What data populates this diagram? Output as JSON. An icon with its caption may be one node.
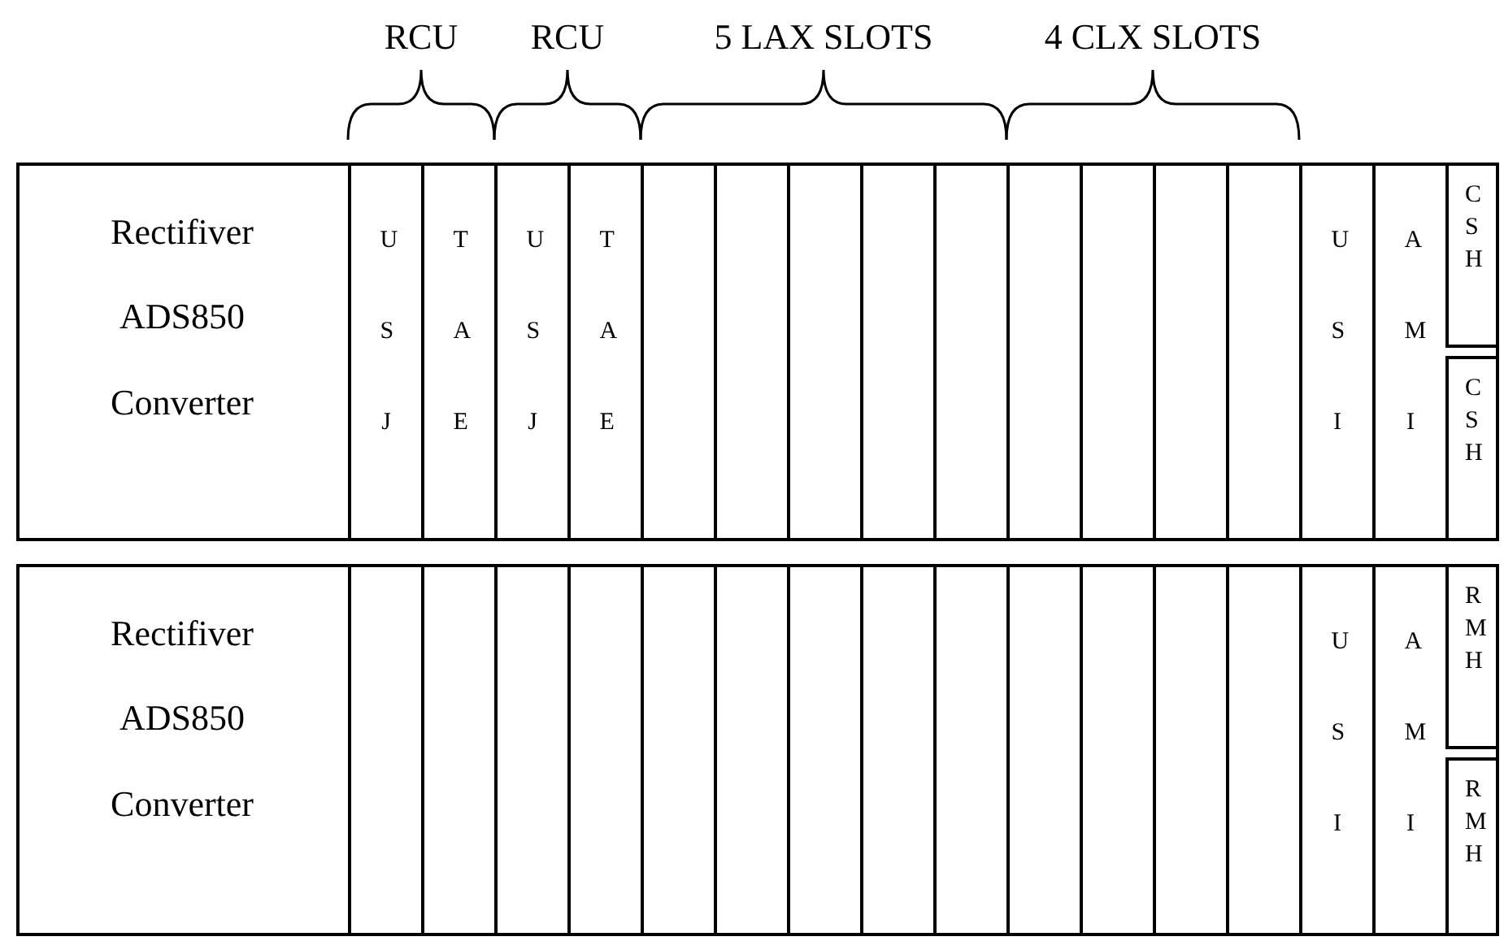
{
  "diagram": {
    "nodes": [
      {
        "text": [
          "Rectifiver",
          "ADS850",
          "Converter"
        ]
      },
      {
        "text": [
          "U S J"
        ],
        "in": 0
      },
      {
        "text": [
          "T A E"
        ],
        "in": 0
      },
      {
        "text": [
          "U S J"
        ],
        "in": 0
      },
      {
        "text": [
          "T A E"
        ],
        "in": 0
      },
      {
        "text": [],
        "shape": "box",
        "in": 0
      },
      {
        "text": [],
        "shape": "box",
        "in": 0
      },
      {
        "text": [],
        "shape": "box",
        "in": 0
      },
      {
        "text": [],
        "shape": "box",
        "in": 0
      },
      {
        "text": [],
        "shape": "box",
        "in": 0
      },
      {
        "text": [],
        "shape": "box",
        "in": 0
      },
      {
        "text": [],
        "shape": "box",
        "in": 0
      },
      {
        "text": [],
        "shape": "box",
        "in": 0
      },
      {
        "text": [],
        "shape": "box",
        "in": 0
      },
      {
        "text": [
          "U S I"
        ],
        "in": 0
      },
      {
        "text": [
          "A M I"
        ],
        "in": 0
      },
      {
        "text": [
          "C S H"
        ],
        "in": 0
      },
      {
        "text": [
          "C S H"
        ],
        "in": 0
      },
      {
        "text": [
          "Rectifiver",
          "ADS850",
          "Converter"
        ]
      },
      {
        "text": [],
        "shape": "box",
        "in": 18
      },
      {
        "text": [],
        "shape": "box",
        "in": 18
      },
      {
        "text": [],
        "shape": "box",
        "in": 18
      },
      {
        "text": [],
        "shape": "box",
        "in": 18
      },
      {
        "text": [],
        "shape": "box",
        "in": 18
      },
      {
        "text": [],
        "shape": "box",
        "in": 18
      },
      {
        "text": [],
        "shape": "box",
        "in": 18
      },
      {
        "text": [],
        "shape": "box",
        "in": 18
      },
      {
        "text": [],
        "shape": "box",
        "in": 18
      },
      {
        "text": [],
        "shape": "box",
        "in": 18
      },
      {
        "text": [],
        "shape": "box",
        "in": 18
      },
      {
        "text": [],
        "shape": "box",
        "in": 18
      },
      {
        "text": [],
        "shape": "box",
        "in": 18
      },
      {
        "text": [
          "U S I"
        ],
        "in": 18
      },
      {
        "text": [
          "A M I"
        ],
        "in": 18
      },
      {
        "text": [
          "R M H"
        ],
        "in": 18
      },
      {
        "text": [
          "R M H"
        ],
        "in": 18
      }
    ],
    "labels": [
      "RCU",
      "RCU",
      "5 LAX SLOTS",
      "4 CLX SLOTS"
    ]
  }
}
